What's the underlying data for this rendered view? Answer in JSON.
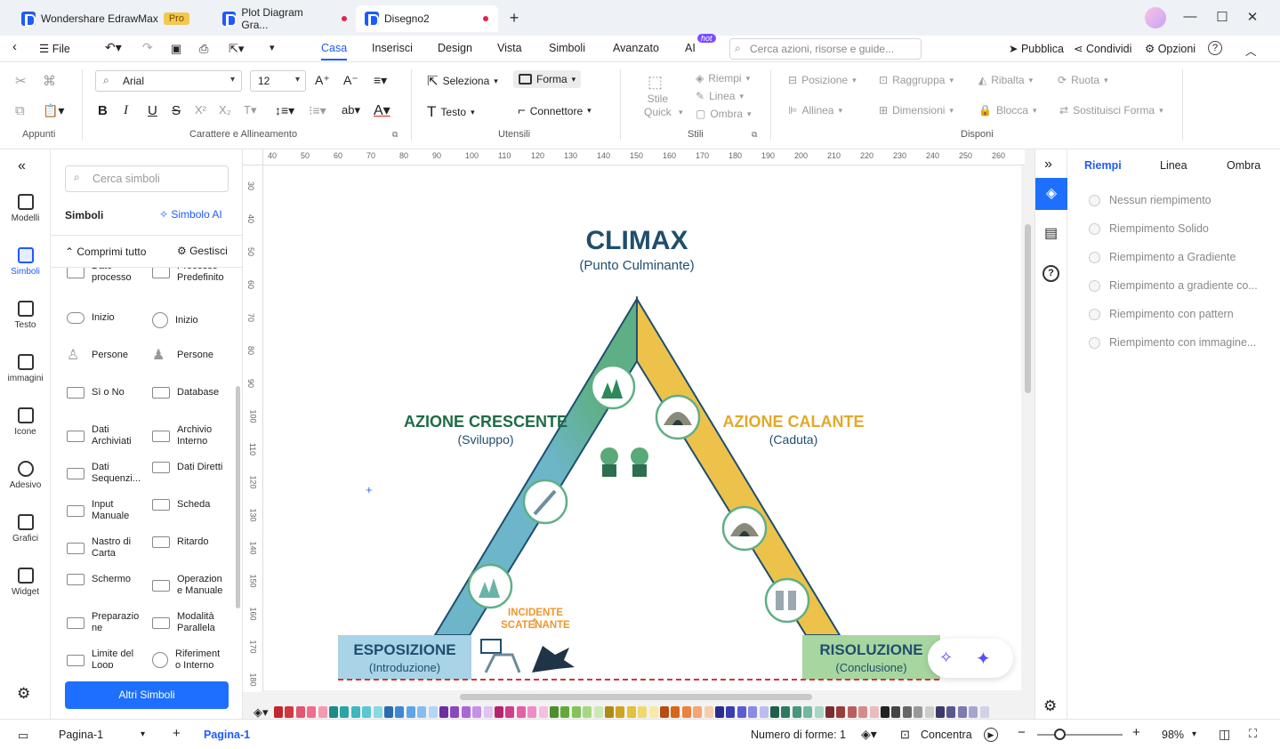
{
  "titlebar": {
    "tabs": [
      {
        "label": "Wondershare EdrawMax",
        "badge": "Pro"
      },
      {
        "label": "Plot Diagram Gra..."
      },
      {
        "label": "Disegno2"
      }
    ],
    "new_tab": "+",
    "window": {
      "minimize": "—",
      "maximize": "☐",
      "close": "✕"
    }
  },
  "menubar": {
    "file": "File",
    "items": [
      "Casa",
      "Inserisci",
      "Design",
      "Vista",
      "Simboli",
      "Avanzato",
      "AI"
    ],
    "ai_badge": "hot",
    "search_placeholder": "Cerca azioni, risorse e guide...",
    "right": [
      "Pubblica",
      "Condividi",
      "Opzioni",
      "?"
    ]
  },
  "ribbon": {
    "font_name": "Arial",
    "font_size": "12",
    "seleziona": "Seleziona",
    "forma": "Forma",
    "testo": "Testo",
    "connettore": "Connettore",
    "stile_quick": "Stile\nQuick",
    "riempi": "Riempi",
    "linea": "Linea",
    "ombra": "Ombra",
    "posizione": "Posizione",
    "raggruppa": "Raggruppa",
    "ribalta": "Ribalta",
    "ruota": "Ruota",
    "allinea": "Allinea",
    "dimensioni": "Dimensioni",
    "blocca": "Blocca",
    "sostituisci": "Sostituisci Forma",
    "groups": [
      "Appunti",
      "Carattere e Allineamento",
      "Utensili",
      "Stili",
      "Disponi"
    ]
  },
  "leftbar": [
    "Modelli",
    "Simboli",
    "Testo",
    "immagini",
    "Icone",
    "Adesivo",
    "Grafici",
    "Widget"
  ],
  "symbols": {
    "search_placeholder": "Cerca simboli",
    "title": "Simboli",
    "ai": "Simbolo AI",
    "collapse": "Comprimi tutto",
    "manage": "Gestisci",
    "items": [
      [
        "Dato\nprocesso",
        "Processo\nPredefinito"
      ],
      [
        "Inizio",
        "Inizio"
      ],
      [
        "Persone",
        "Persone"
      ],
      [
        "Sì o No",
        "Database"
      ],
      [
        "Dati\nArchiviati",
        "Archivio\nInterno"
      ],
      [
        "Dati\nSequenzi...",
        "Dati Diretti"
      ],
      [
        "Input\nManuale",
        "Scheda"
      ],
      [
        "Nastro di\nCarta",
        "Ritardo"
      ],
      [
        "Schermo",
        "Operazion\ne Manuale"
      ],
      [
        "Preparazio\nne",
        "Modalità\nParallela"
      ],
      [
        "Limite del\nLoop",
        "Riferiment\no Interno"
      ]
    ],
    "more": "Altri Simboli"
  },
  "rulers": {
    "top": [
      "40",
      "50",
      "60",
      "70",
      "80",
      "90",
      "100",
      "110",
      "120",
      "130",
      "140",
      "150",
      "160",
      "170",
      "180",
      "190",
      "200",
      "210",
      "220",
      "230",
      "240",
      "250",
      "260"
    ],
    "left": [
      "30",
      "40",
      "50",
      "60",
      "70",
      "80",
      "90",
      "100",
      "110",
      "120",
      "130",
      "140",
      "150",
      "160",
      "170",
      "180"
    ]
  },
  "diagram": {
    "climax": "CLIMAX",
    "climax_sub": "(Punto Culminante)",
    "rising": "AZIONE CRESCENTE",
    "rising_sub": "(Sviluppo)",
    "falling": "AZIONE CALANTE",
    "falling_sub": "(Caduta)",
    "exposition": "ESPOSIZIONE",
    "exposition_sub": "(Introduzione)",
    "resolution": "RISOLUZIONE",
    "resolution_sub": "(Conclusione)",
    "inciting": "INCIDENTE\nSCATENANTE",
    "colors": {
      "green": "#5faf86",
      "blue": "#6db5c8",
      "yellow": "#ecc24a",
      "navy": "#1f4e6e",
      "darkgreen": "#1e6b47",
      "gold": "#e3a82b",
      "orange": "#f0962d"
    }
  },
  "rightpanel": {
    "tabs": [
      "Riempi",
      "Linea",
      "Ombra"
    ],
    "options": [
      "Nessun riempimento",
      "Riempimento Solido",
      "Riempimento a Gradiente",
      "Riempimento a gradiente co...",
      "Riempimento con pattern",
      "Riempimento con immagine..."
    ]
  },
  "status": {
    "page_select": "Pagina-1",
    "page_tab": "Pagina-1",
    "shapes": "Numero di forme: 1",
    "focus": "Concentra",
    "zoom": "98%"
  },
  "palette": [
    "#c1272d",
    "#d2383f",
    "#e2566f",
    "#f06e8d",
    "#f49ab0",
    "#1e8b8b",
    "#2aa5a5",
    "#3fb6c0",
    "#5ac7d6",
    "#8ad8e4",
    "#2b6cb0",
    "#3d87d6",
    "#5ea4e6",
    "#86bdf0",
    "#b4d6f7",
    "#6b2fa0",
    "#8a46c3",
    "#a869d6",
    "#c493e6",
    "#e0c2f3",
    "#b5246f",
    "#cf3d8e",
    "#e260a8",
    "#ef8cc4",
    "#f6bfdf",
    "#4a8f2a",
    "#62a83a",
    "#84c25a",
    "#a8d784",
    "#cbe9b5",
    "#b08a14",
    "#cfa51e",
    "#e3c13d",
    "#f2d86b",
    "#f8e9a8",
    "#b84d13",
    "#d8651c",
    "#ea8340",
    "#f4a672",
    "#f9ccae",
    "#2c2c8a",
    "#3c3caf",
    "#5c5cd0",
    "#8a8ae0",
    "#bcbcee",
    "#1f5e4a",
    "#2c7a61",
    "#46977c",
    "#72b8a0",
    "#a8d6c4",
    "#7a2d2d",
    "#9a3c3c",
    "#bb5d5d",
    "#d68b8b",
    "#ebbcbc",
    "#222222",
    "#444444",
    "#666666",
    "#999999",
    "#cccccc",
    "#3b3b6b",
    "#585890",
    "#7c7cb0",
    "#a6a6cd",
    "#d0d0e6"
  ]
}
